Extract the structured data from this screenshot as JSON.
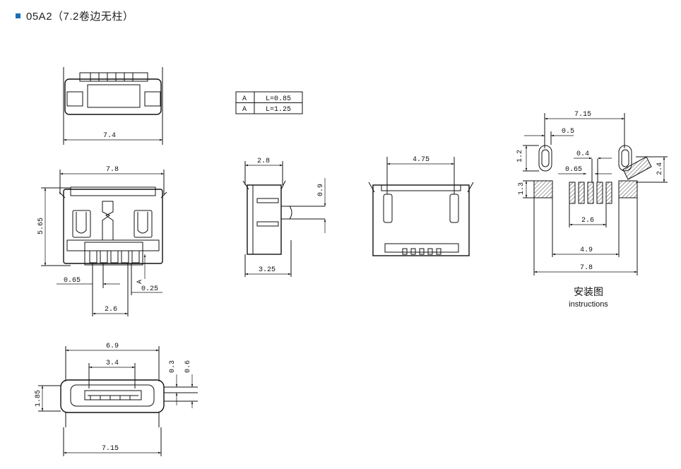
{
  "header": {
    "title": "05A2（7.2卷边无柱）"
  },
  "table": {
    "rows": [
      {
        "label": "A",
        "value": "L=0.85"
      },
      {
        "label": "A",
        "value": "L=1.25"
      }
    ]
  },
  "top_view": {
    "width": "7.4"
  },
  "plan_view": {
    "width": "7.8",
    "height": "5.65",
    "pitch_left": "0.65",
    "pitch_right": "0.25",
    "pins_span": "2.6",
    "section_mark": "A"
  },
  "side_view": {
    "top": "2.8",
    "bottom": "3.25",
    "step": "0.9"
  },
  "rear_view": {
    "span": "4.75"
  },
  "front_view": {
    "outer": "6.9",
    "inner": "3.4",
    "h1": "0.3",
    "h2": "0.6",
    "height": "1.85",
    "bottom": "7.15"
  },
  "footprint": {
    "d_top": "7.15",
    "d_slot_offset": "0.5",
    "d_slot_h": "1.2",
    "d_gap": "0.4",
    "d_pitch": "0.65",
    "d_pad_h": "1.3",
    "d_right_h": "2.4",
    "d_pins": "2.6",
    "d_inner": "4.9",
    "d_outer": "7.8",
    "caption_cn": "安装图",
    "caption_en": "instructions"
  }
}
